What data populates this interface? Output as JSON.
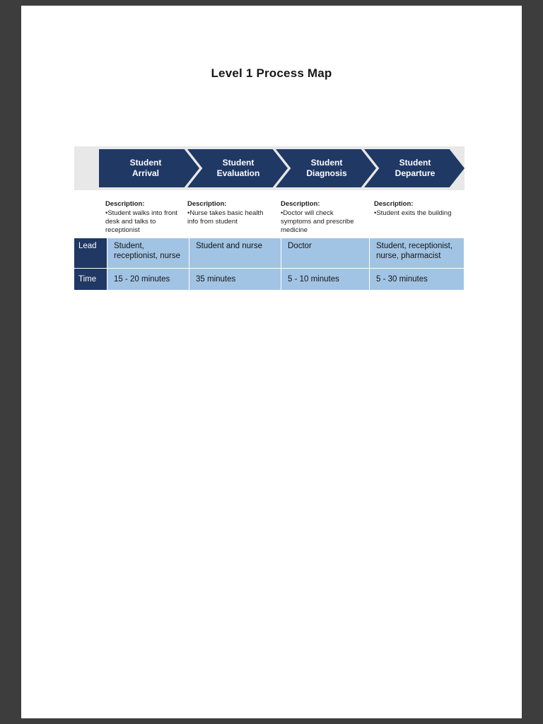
{
  "title": "Level 1 Process Map",
  "labels": {
    "description_heading": "Description:"
  },
  "steps": [
    {
      "name": "Student Arrival",
      "label1": "Student",
      "label2": "Arrival",
      "description": "•Student walks into front desk and talks to receptionist",
      "lead": "Student, receptionist, nurse",
      "time": "15 - 20 minutes"
    },
    {
      "name": "Student Evaluation",
      "label1": "Student",
      "label2": "Evaluation",
      "description": "•Nurse takes basic health info from student",
      "lead": "Student and nurse",
      "time": "35 minutes"
    },
    {
      "name": "Student Diagnosis",
      "label1": "Student",
      "label2": "Diagnosis",
      "description": "•Doctor will check symptoms and prescribe medicine",
      "lead": "Doctor",
      "time": "5 - 10 minutes"
    },
    {
      "name": "Student Departure",
      "label1": "Student",
      "label2": "Departure",
      "description": "•Student exits the building",
      "lead": "Student, receptionist, nurse, pharmacist",
      "time": "5 - 30 minutes"
    }
  ],
  "table": {
    "row_labels": [
      "Lead",
      "Time"
    ]
  },
  "colors": {
    "chevron_navy": "#1f3864",
    "table_header_navy": "#1f3864",
    "table_cell_blue": "#a2c4e4",
    "band_gray": "#e8e8e8",
    "viewer_background": "#3d3d3d",
    "page_background": "#ffffff"
  }
}
